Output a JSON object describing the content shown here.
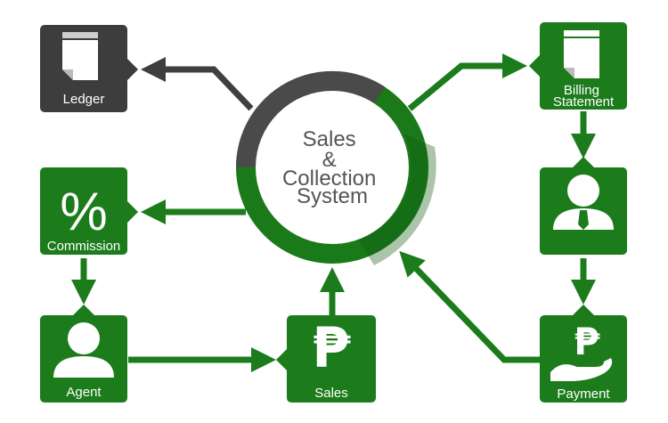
{
  "diagram": {
    "center": {
      "lines": [
        "Sales",
        "&",
        "Collection",
        "System"
      ]
    },
    "nodes": {
      "ledger": {
        "label": "Ledger",
        "icon": "document-icon"
      },
      "commission": {
        "label": "Commission",
        "icon": "percent-icon"
      },
      "agent": {
        "label": "Agent",
        "icon": "person-icon"
      },
      "sales": {
        "label": "Sales",
        "icon": "peso-sign-icon"
      },
      "billing": {
        "label_lines": [
          "Billing",
          "Statement"
        ],
        "icon": "document-icon"
      },
      "customer": {
        "label": "",
        "icon": "businessman-icon"
      },
      "payment": {
        "label": "Payment",
        "icon": "peso-hand-icon"
      },
      "peso_symbol": "₱"
    },
    "colors": {
      "green": "#1c7c1c",
      "green_dark": "#0f5a0f",
      "dark_grey": "#3d3d3d",
      "ring_grey": "#4a4a4a",
      "ring_green": "#1a7a1a",
      "arrow_grey": "#3f3f3f"
    }
  }
}
